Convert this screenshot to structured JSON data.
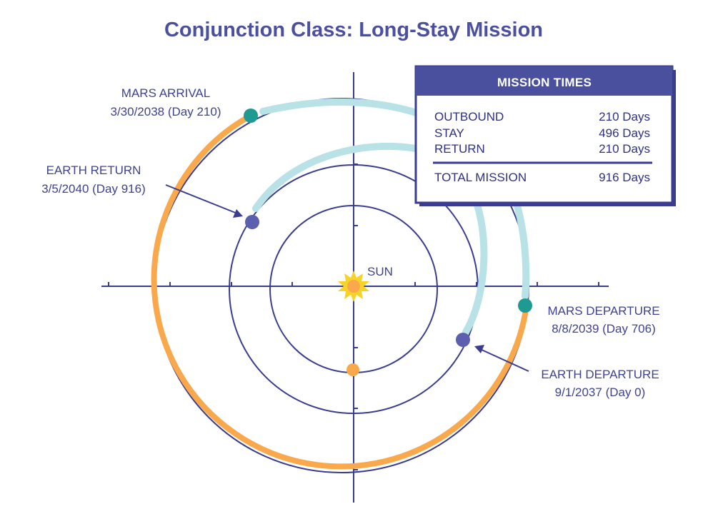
{
  "title": "Conjunction Class: Long-Stay Mission",
  "sun_label": "SUN",
  "events": {
    "mars_arrival": {
      "label": "MARS ARRIVAL",
      "date": "3/30/2038 (Day 210)"
    },
    "earth_return": {
      "label": "EARTH RETURN",
      "date": "3/5/2040 (Day 916)"
    },
    "mars_departure": {
      "label": "MARS DEPARTURE",
      "date": "8/8/2039 (Day 706)"
    },
    "earth_departure": {
      "label": "EARTH DEPARTURE",
      "date": "9/1/2037 (Day 0)"
    }
  },
  "mission_times": {
    "header": "MISSION TIMES",
    "rows": [
      {
        "label": "OUTBOUND",
        "value": "210 Days"
      },
      {
        "label": "STAY",
        "value": "496 Days"
      },
      {
        "label": "RETURN",
        "value": "210 Days"
      }
    ],
    "total": {
      "label": "TOTAL MISSION",
      "value": "916 Days"
    }
  },
  "colors": {
    "navy": "#3a3d8f",
    "title": "#4a4f9e",
    "mars_orbit": "#f9a84b",
    "earth_marker": "#f9a84b",
    "trajectory": "#b9e2e6",
    "mars_marker": "#1f9a92",
    "earth_craft_marker": "#5b5fae",
    "box_header": "#4a4f9e",
    "sun": "#f7d32a"
  }
}
